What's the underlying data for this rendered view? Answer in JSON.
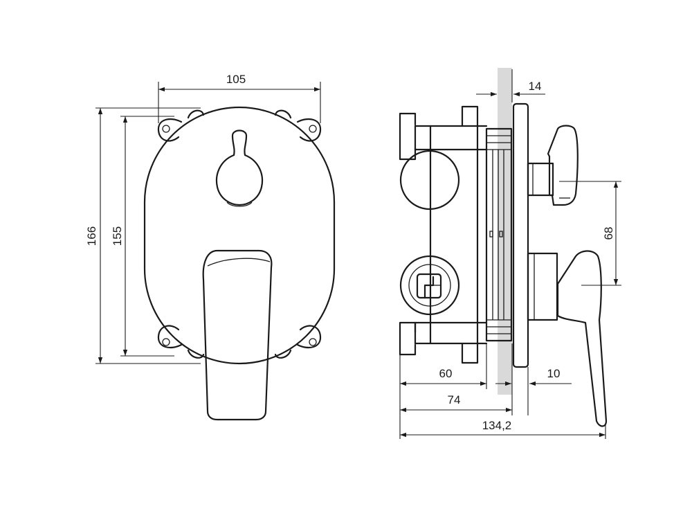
{
  "dimensions": {
    "front_width": "105",
    "front_height_outer": "166",
    "front_height_inner": "155",
    "side_plate_gap": "14",
    "side_handle_offset": "68",
    "side_box_depth": "60",
    "side_box_to_wall": "74",
    "side_plate_to_handle": "10",
    "side_total_depth": "134,2"
  },
  "colors": {
    "line": "#1a1a1a",
    "wall": "#d9d9d9",
    "background": "#ffffff"
  }
}
